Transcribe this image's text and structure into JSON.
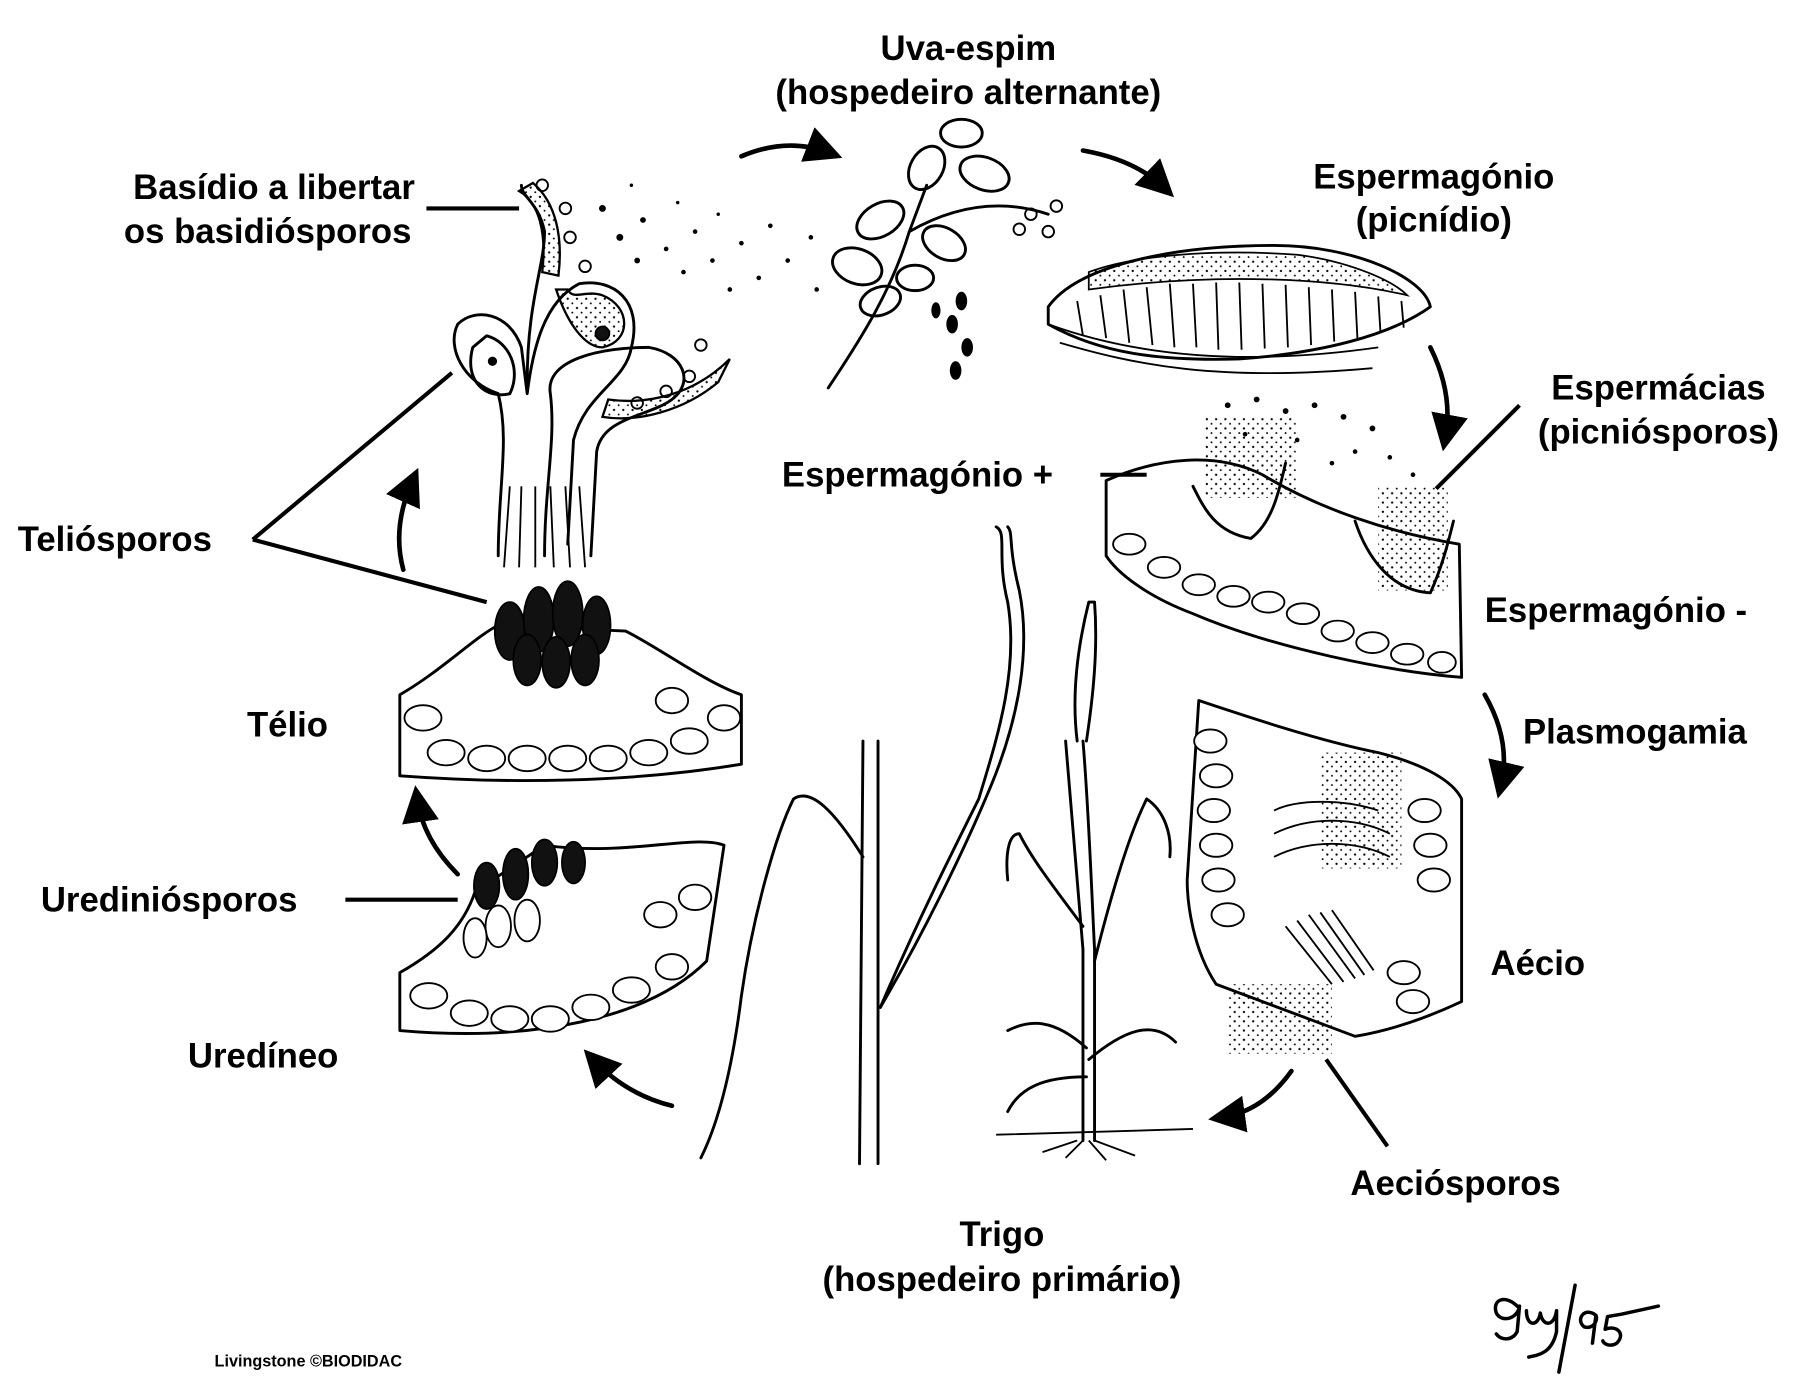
{
  "title": "Ciclo de vida da ferrugem do trigo",
  "labels": {
    "alternate_host_1": "Uva-espim",
    "alternate_host_2": "(hospedeiro alternante)",
    "basidium_1": "Basídio a libertar",
    "basidium_2": "os basidiósporos",
    "spermogonium_1": "Espermagónio",
    "spermogonium_2": "(picnídio)",
    "spermatia_1": "Espermácias",
    "spermatia_2": "(picniósporos)",
    "spermogonium_plus": "Espermagónio +",
    "spermogonium_minus": "Espermagónio -",
    "teliospores": "Teliósporos",
    "telium": "Télio",
    "plasmogamy": "Plasmogamia",
    "urediniospores": "Urediniósporos",
    "aecium": "Aécio",
    "uredinium": "Uredíneo",
    "aeciospores": "Aeciósporos",
    "primary_host_1": "Trigo",
    "primary_host_2": "(hospedeiro primário)"
  },
  "credit": "Livingstone ©BIODIDAC",
  "signature": "9w/95"
}
